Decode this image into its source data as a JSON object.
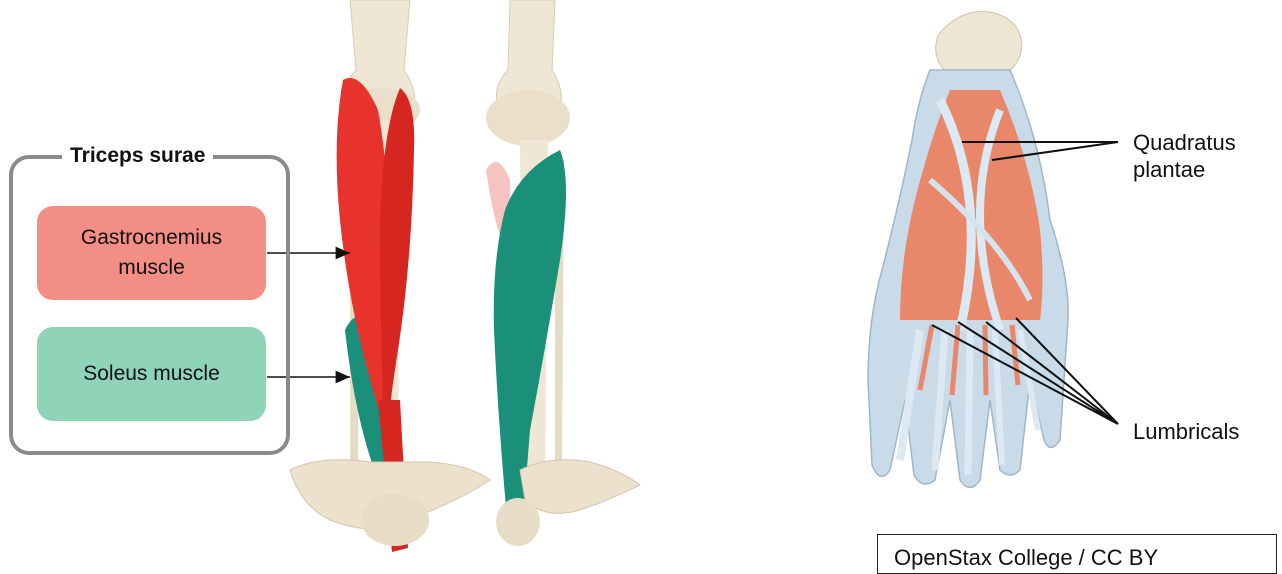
{
  "triceps": {
    "title": "Triceps surae",
    "gastrocnemius_label": "Gastrocnemius\nmuscle",
    "soleus_label": "Soleus muscle"
  },
  "foot": {
    "quadratus_label": "Quadratus\nplantae",
    "lumbricals_label": "Lumbricals"
  },
  "credit": "OpenStax College / CC BY",
  "colors": {
    "gastrocnemius": "#e8322c",
    "soleus": "#1a8f7a",
    "gastrocnemius_pill": "#f28e84",
    "soleus_pill": "#8fd3b8",
    "bone": "#f0e8d8",
    "foot_muscle": "#e8876a",
    "tendon": "#c9dbe8"
  }
}
